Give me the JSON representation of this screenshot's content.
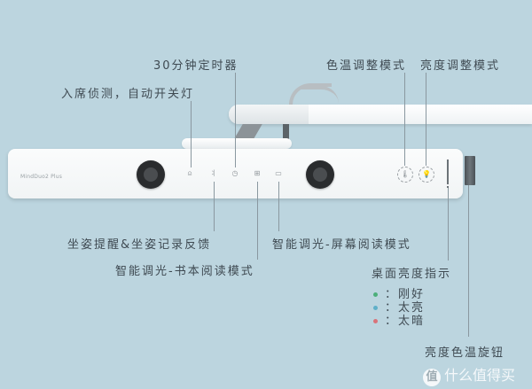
{
  "product": {
    "brand_text": "MindDuo2 Plus"
  },
  "callouts": {
    "timer": "30分钟定时器",
    "presence": "入席侦测，自动开关灯",
    "color_temp_mode": "色温调整模式",
    "brightness_mode": "亮度调整模式",
    "posture": "坐姿提醒&坐姿记录反馈",
    "book_mode": "智能调光-书本阅读模式",
    "screen_mode": "智能调光-屏幕阅读模式",
    "desk_brightness": "桌面亮度指示",
    "knob": "亮度色温旋钮"
  },
  "legend": {
    "items": [
      {
        "label": "：刚好",
        "color": "#4caf7a"
      },
      {
        "label": "：太亮",
        "color": "#5fb0c8"
      },
      {
        "label": "：太暗",
        "color": "#d9737a"
      }
    ]
  },
  "icons": {
    "presence": "person-seat-icon",
    "posture": "posture-icon",
    "timer": "clock-icon",
    "book": "book-icon",
    "screen": "monitor-icon",
    "color_temp": "thermometer-cycle-icon",
    "brightness": "bulb-cycle-icon"
  },
  "glyphs": {
    "presence": "⍝",
    "posture": "⺦",
    "timer": "◷",
    "book": "⊞",
    "screen": "▭",
    "color_temp": "🌡",
    "brightness": "💡"
  },
  "watermark": {
    "badge": "值",
    "text": "什么值得买"
  },
  "colors": {
    "background": "#bcd5df",
    "text": "#3f4a52",
    "leader_line": "#8a98a0"
  }
}
